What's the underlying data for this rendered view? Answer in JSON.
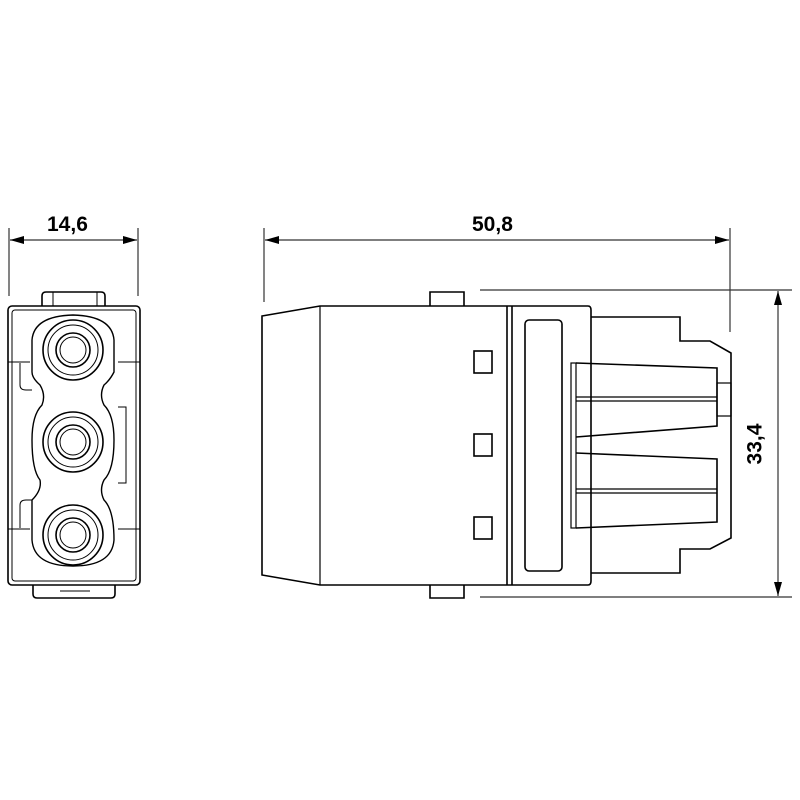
{
  "dimensions": {
    "width_front": "14,6",
    "length_side": "50,8",
    "height_side": "33,4"
  },
  "colors": {
    "line": "#000000",
    "dim_line": "#333333"
  }
}
